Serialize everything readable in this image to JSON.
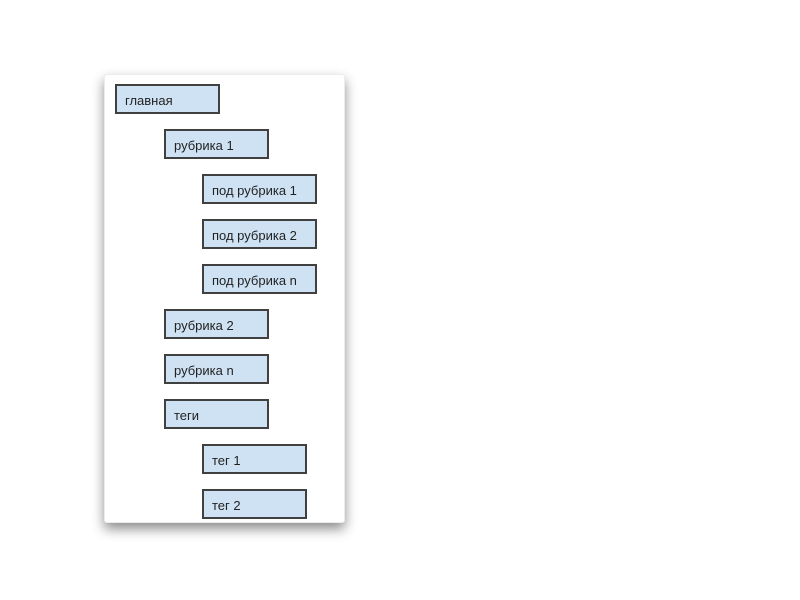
{
  "diagram": {
    "description": "site structure diagram",
    "colors": {
      "node_fill": "#cfe2f3",
      "node_border": "#404040",
      "panel_bg": "#ffffff"
    },
    "nodes": [
      {
        "label": "главная",
        "level": 0
      },
      {
        "label": "рубрика 1",
        "level": 1
      },
      {
        "label": "под рубрика 1",
        "level": 2
      },
      {
        "label": "под рубрика 2",
        "level": 2
      },
      {
        "label": "под рубрика n",
        "level": 2
      },
      {
        "label": "рубрика 2",
        "level": 1
      },
      {
        "label": "рубрика n",
        "level": 1
      },
      {
        "label": "теги",
        "level": 1
      },
      {
        "label": "тег 1",
        "level": 2
      },
      {
        "label": "тег 2",
        "level": 2
      }
    ]
  }
}
